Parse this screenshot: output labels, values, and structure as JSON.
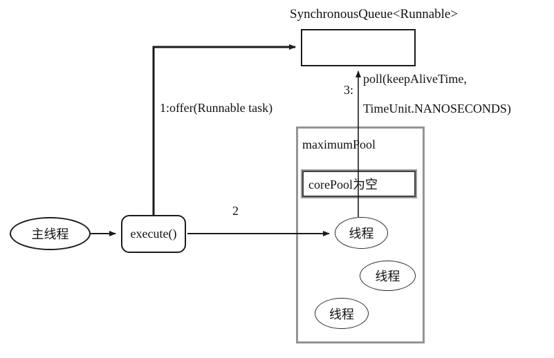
{
  "title": "SynchronousQueue&lt;Runnable&gt;",
  "title_text": "SynchronousQueue<Runnable>",
  "nodes": {
    "main_thread": "主线程",
    "execute": "execute()"
  },
  "pool": {
    "maximum_label": "maximumPool",
    "core_label": "corePool为空",
    "threads": [
      "线程",
      "线程",
      "线程"
    ]
  },
  "arrows": {
    "offer_label": "1:offer(Runnable task)",
    "step2_label": "2",
    "step3_label": "3:",
    "poll_line1": "poll(keepAliveTime,",
    "poll_line2": "TimeUnit.NANOSECONDS)"
  },
  "colors": {
    "line": "#1a1a1a",
    "pool_border": "#949494",
    "core_border": "#3f3f3f",
    "background": "#ffffff"
  }
}
